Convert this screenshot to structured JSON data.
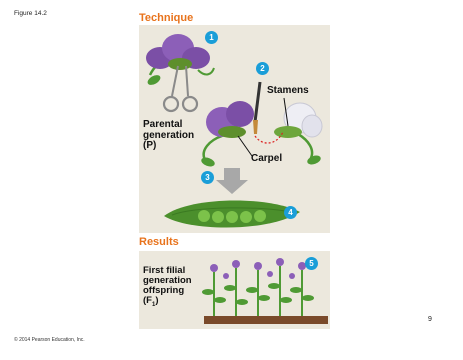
{
  "figure_label": "Figure 14.2",
  "technique": {
    "title": "Technique"
  },
  "labels": {
    "parental_line1": "Parental",
    "parental_line2": "generation",
    "parental_line3": "(P)",
    "stamens": "Stamens",
    "carpel": "Carpel"
  },
  "steps": [
    "1",
    "2",
    "3",
    "4",
    "5"
  ],
  "results": {
    "title": "Results",
    "line1": "First filial",
    "line2": "generation",
    "line3": "offspring",
    "line4_prefix": "(F",
    "line4_sub": "1",
    "line4_suffix": ")"
  },
  "page_number": "9",
  "copyright": "© 2014 Pearson Education, Inc.",
  "colors": {
    "accent": "#e8731c",
    "step_badge": "#1a9ed8",
    "panel": "#ece8dd",
    "purple_flower": "#7b4fa6",
    "white_flower": "#e6e6ee",
    "leaf_green": "#4f9a34"
  }
}
